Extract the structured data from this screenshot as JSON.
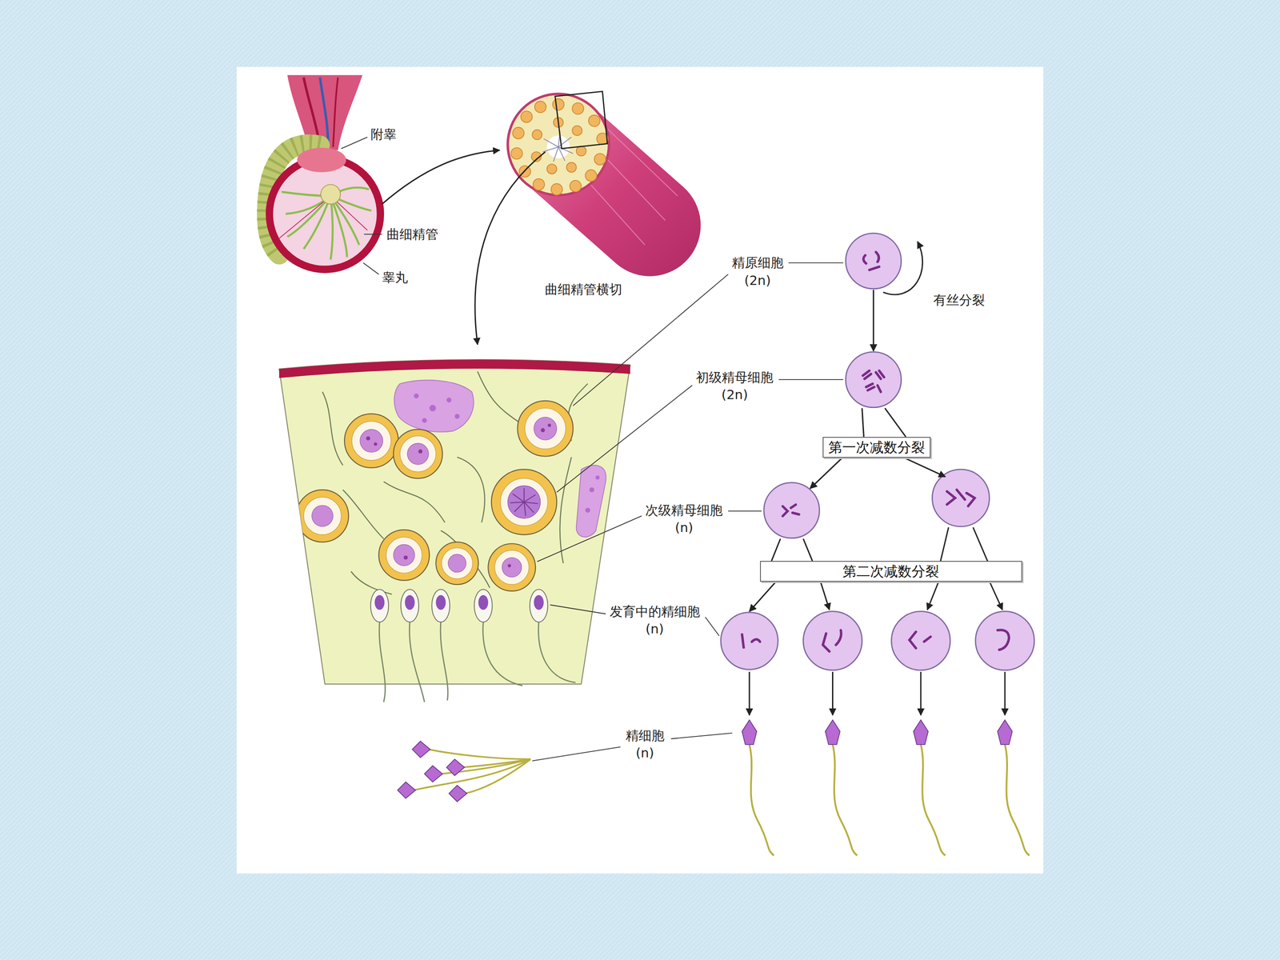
{
  "diagram": {
    "nodes": [
      {
        "text": [
          "精原细胞 (2n)"
        ]
      },
      {
        "text": [
          "初级精母细胞 (2n)"
        ]
      },
      {
        "text": [
          "第一次减数分裂"
        ]
      },
      {
        "text": [
          "次级精母细胞 (n)"
        ]
      },
      {
        "text": [
          "第二次减数分裂"
        ]
      },
      {
        "text": [
          "发育中的精细胞 (n)"
        ]
      }
    ],
    "edges": [
      {
        "from": 0,
        "to": 1,
        "arrow": "to"
      },
      {
        "from": 1,
        "to": 2,
        "arrow": "none"
      },
      {
        "from": 1,
        "to": 2,
        "arrow": "none"
      },
      {
        "from": 2,
        "to": 3,
        "arrow": "to"
      },
      {
        "from": 3,
        "to": 4,
        "arrow": "none"
      },
      {
        "from": 3,
        "to": 4,
        "arrow": "none"
      },
      {
        "from": 4,
        "to": 5,
        "arrow": "to"
      }
    ],
    "labels": [
      "附睾",
      "曲细精管",
      "睾丸",
      "曲细精管横切",
      "有丝分裂",
      "精细胞 (n)"
    ]
  }
}
